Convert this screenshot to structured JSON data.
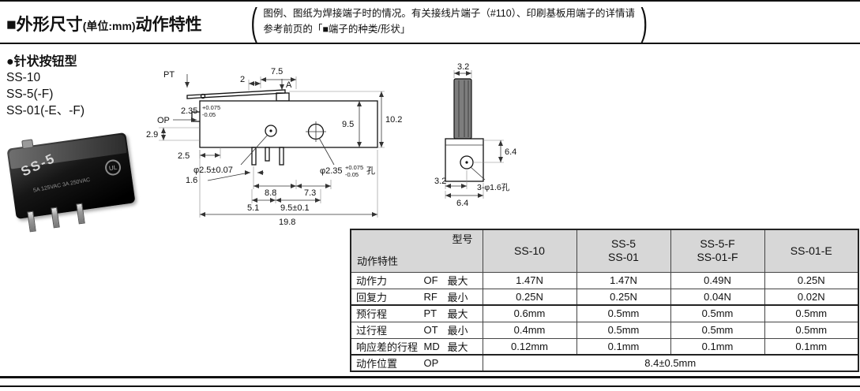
{
  "header": {
    "title_dim": "■外形尺寸",
    "title_unit": "(单位:mm)",
    "title_char": "动作特性",
    "paren_open": "(",
    "paren_close": ")",
    "note_line1": "图例、图纸为焊接端子时的情况。有关接线片端子（#110）、印刷基板用端子的详情请",
    "note_line2": "参考前页的「■端子的种类/形状」"
  },
  "section": {
    "type_title": "●针状按钮型",
    "models": [
      "SS-10",
      "SS-5(-F)",
      "SS-01(-E、-F)"
    ]
  },
  "photo": {
    "label": "SS-5",
    "rating": "5A 125VAC 3A 250VAC",
    "ul_mark": "UL"
  },
  "side_view": {
    "pt": "PT",
    "op": "OP",
    "a": "A",
    "d2": "2",
    "d7_5": "7.5",
    "d2_35": "2.35",
    "d2_35_tp": "+0.075",
    "d2_35_tm": "-0.05",
    "d9_5": "9.5",
    "d10_2": "10.2",
    "d2_9": "2.9",
    "d2_5": "2.5",
    "dphi2_5": "φ2.5±0.07",
    "d1_6": "1.6",
    "d8_8": "8.8",
    "d7_3": "7.3",
    "dphi2_35": "φ2.35",
    "dphi2_35_tp": "+0.075",
    "dphi2_35_tm": "-0.05",
    "dphi2_35_hole": "孔",
    "d5_1": "5.1",
    "d9_5_tol": "9.5±0.1",
    "d19_8": "19.8"
  },
  "front_view": {
    "d3_2_top": "3.2",
    "d6_4_right": "6.4",
    "holes": "3-φ1.6孔",
    "d3_2_left": "3.2",
    "d6_4_bottom": "6.4"
  },
  "table": {
    "corner_top": "型号",
    "corner_bottom": "动作特性",
    "columns": [
      "SS-10",
      "SS-5\nSS-01",
      "SS-5-F\nSS-01-F",
      "SS-01-E"
    ],
    "rows": [
      {
        "label": "动作力",
        "symbol": "OF",
        "qualifier": "最大",
        "values": [
          "1.47N",
          "1.47N",
          "0.49N",
          "0.25N"
        ]
      },
      {
        "label": "回复力",
        "symbol": "RF",
        "qualifier": "最小",
        "values": [
          "0.25N",
          "0.25N",
          "0.04N",
          "0.02N"
        ]
      },
      {
        "label": "预行程",
        "symbol": "PT",
        "qualifier": "最大",
        "values": [
          "0.6mm",
          "0.5mm",
          "0.5mm",
          "0.5mm"
        ]
      },
      {
        "label": "过行程",
        "symbol": "OT",
        "qualifier": "最小",
        "values": [
          "0.4mm",
          "0.5mm",
          "0.5mm",
          "0.5mm"
        ]
      },
      {
        "label": "响应差的行程",
        "symbol": "MD",
        "qualifier": "最大",
        "values": [
          "0.12mm",
          "0.1mm",
          "0.1mm",
          "0.1mm"
        ]
      },
      {
        "label": "动作位置",
        "symbol": "OP",
        "qualifier": "",
        "merged_value": "8.4±0.5mm"
      }
    ]
  }
}
